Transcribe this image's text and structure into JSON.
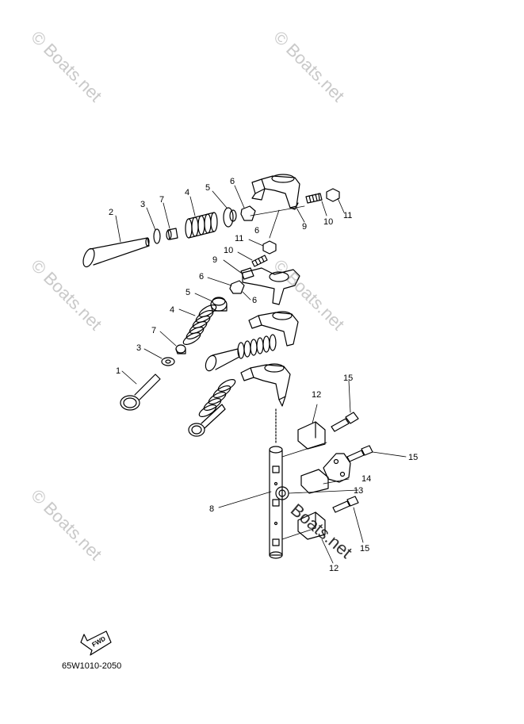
{
  "watermark": "© Boats.net",
  "watermark_center": "Boats.net",
  "diagram_code": "65W1010-2050",
  "fwd_label": "FWD",
  "callouts": {
    "c1": "1",
    "c2": "2",
    "c3a": "3",
    "c3b": "3",
    "c4a": "4",
    "c4b": "4",
    "c5a": "5",
    "c5b": "5",
    "c6a": "6",
    "c6b": "6",
    "c6c": "6",
    "c6d": "6",
    "c7a": "7",
    "c7b": "7",
    "c8": "8",
    "c9a": "9",
    "c9b": "9",
    "c10a": "10",
    "c10b": "10",
    "c11a": "11",
    "c11b": "11",
    "c12a": "12",
    "c12b": "12",
    "c13": "13",
    "c14": "14",
    "c15a": "15",
    "c15b": "15",
    "c15c": "15"
  }
}
